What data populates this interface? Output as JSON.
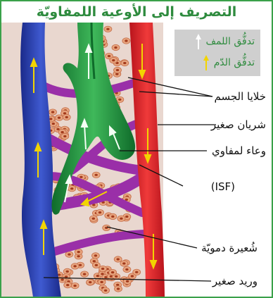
{
  "title": "التصريف إلى الأوعية اللمفاويّة",
  "legend": {
    "lymph_flow": "تدفُّق اللمف",
    "blood_flow": "تدفُّق الدّم"
  },
  "labels": {
    "body_cells": "خلايا الجسم",
    "small_artery": "شريان صغير",
    "lymph_vessel": "وعاء لمفاوي",
    "isf": "(ISF)",
    "capillary": "شُعيرة دمويّة",
    "small_vein": "وريد صغير"
  },
  "colors": {
    "frame_border": "#3aa14a",
    "artery": "#d9222a",
    "vein": "#2a3fb0",
    "capillary": "#9a2fa8",
    "lymph_vessel": "#1f8a3a",
    "cell": "#e8a57f",
    "nucleus": "#a23a1c",
    "blood_arrow": "#f2d400",
    "lymph_arrow": "#e8f4e8"
  }
}
